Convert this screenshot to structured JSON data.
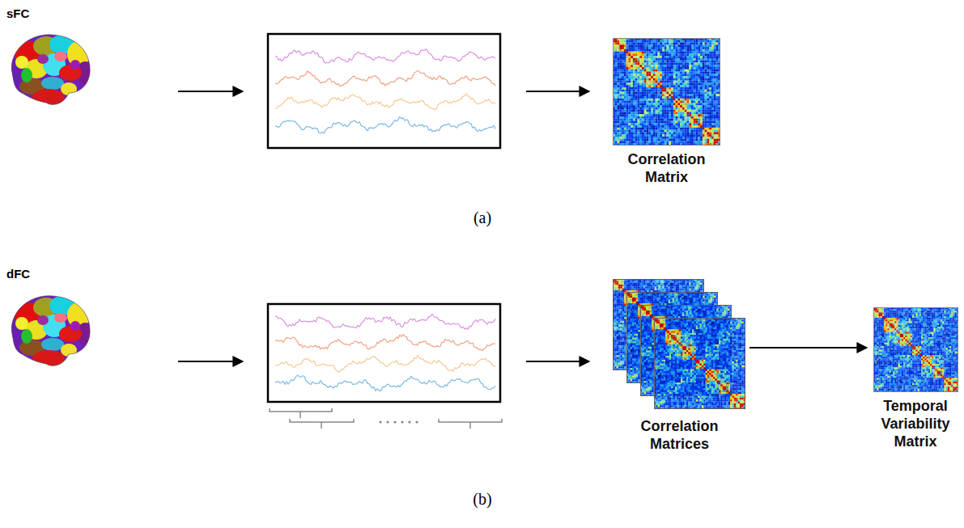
{
  "diagram": {
    "nodes": [
      {
        "text": [
          "Correlation Matrix"
        ]
      },
      {
        "text": [
          "Correlation Matrices"
        ]
      },
      {
        "text": [
          "Temporal Variability Matrix"
        ]
      }
    ],
    "edges": [
      {
        "from": 1,
        "to": 2,
        "arrow": "to"
      }
    ],
    "labels": [
      "sFC",
      "(a)",
      "dFC",
      "(b)"
    ]
  }
}
